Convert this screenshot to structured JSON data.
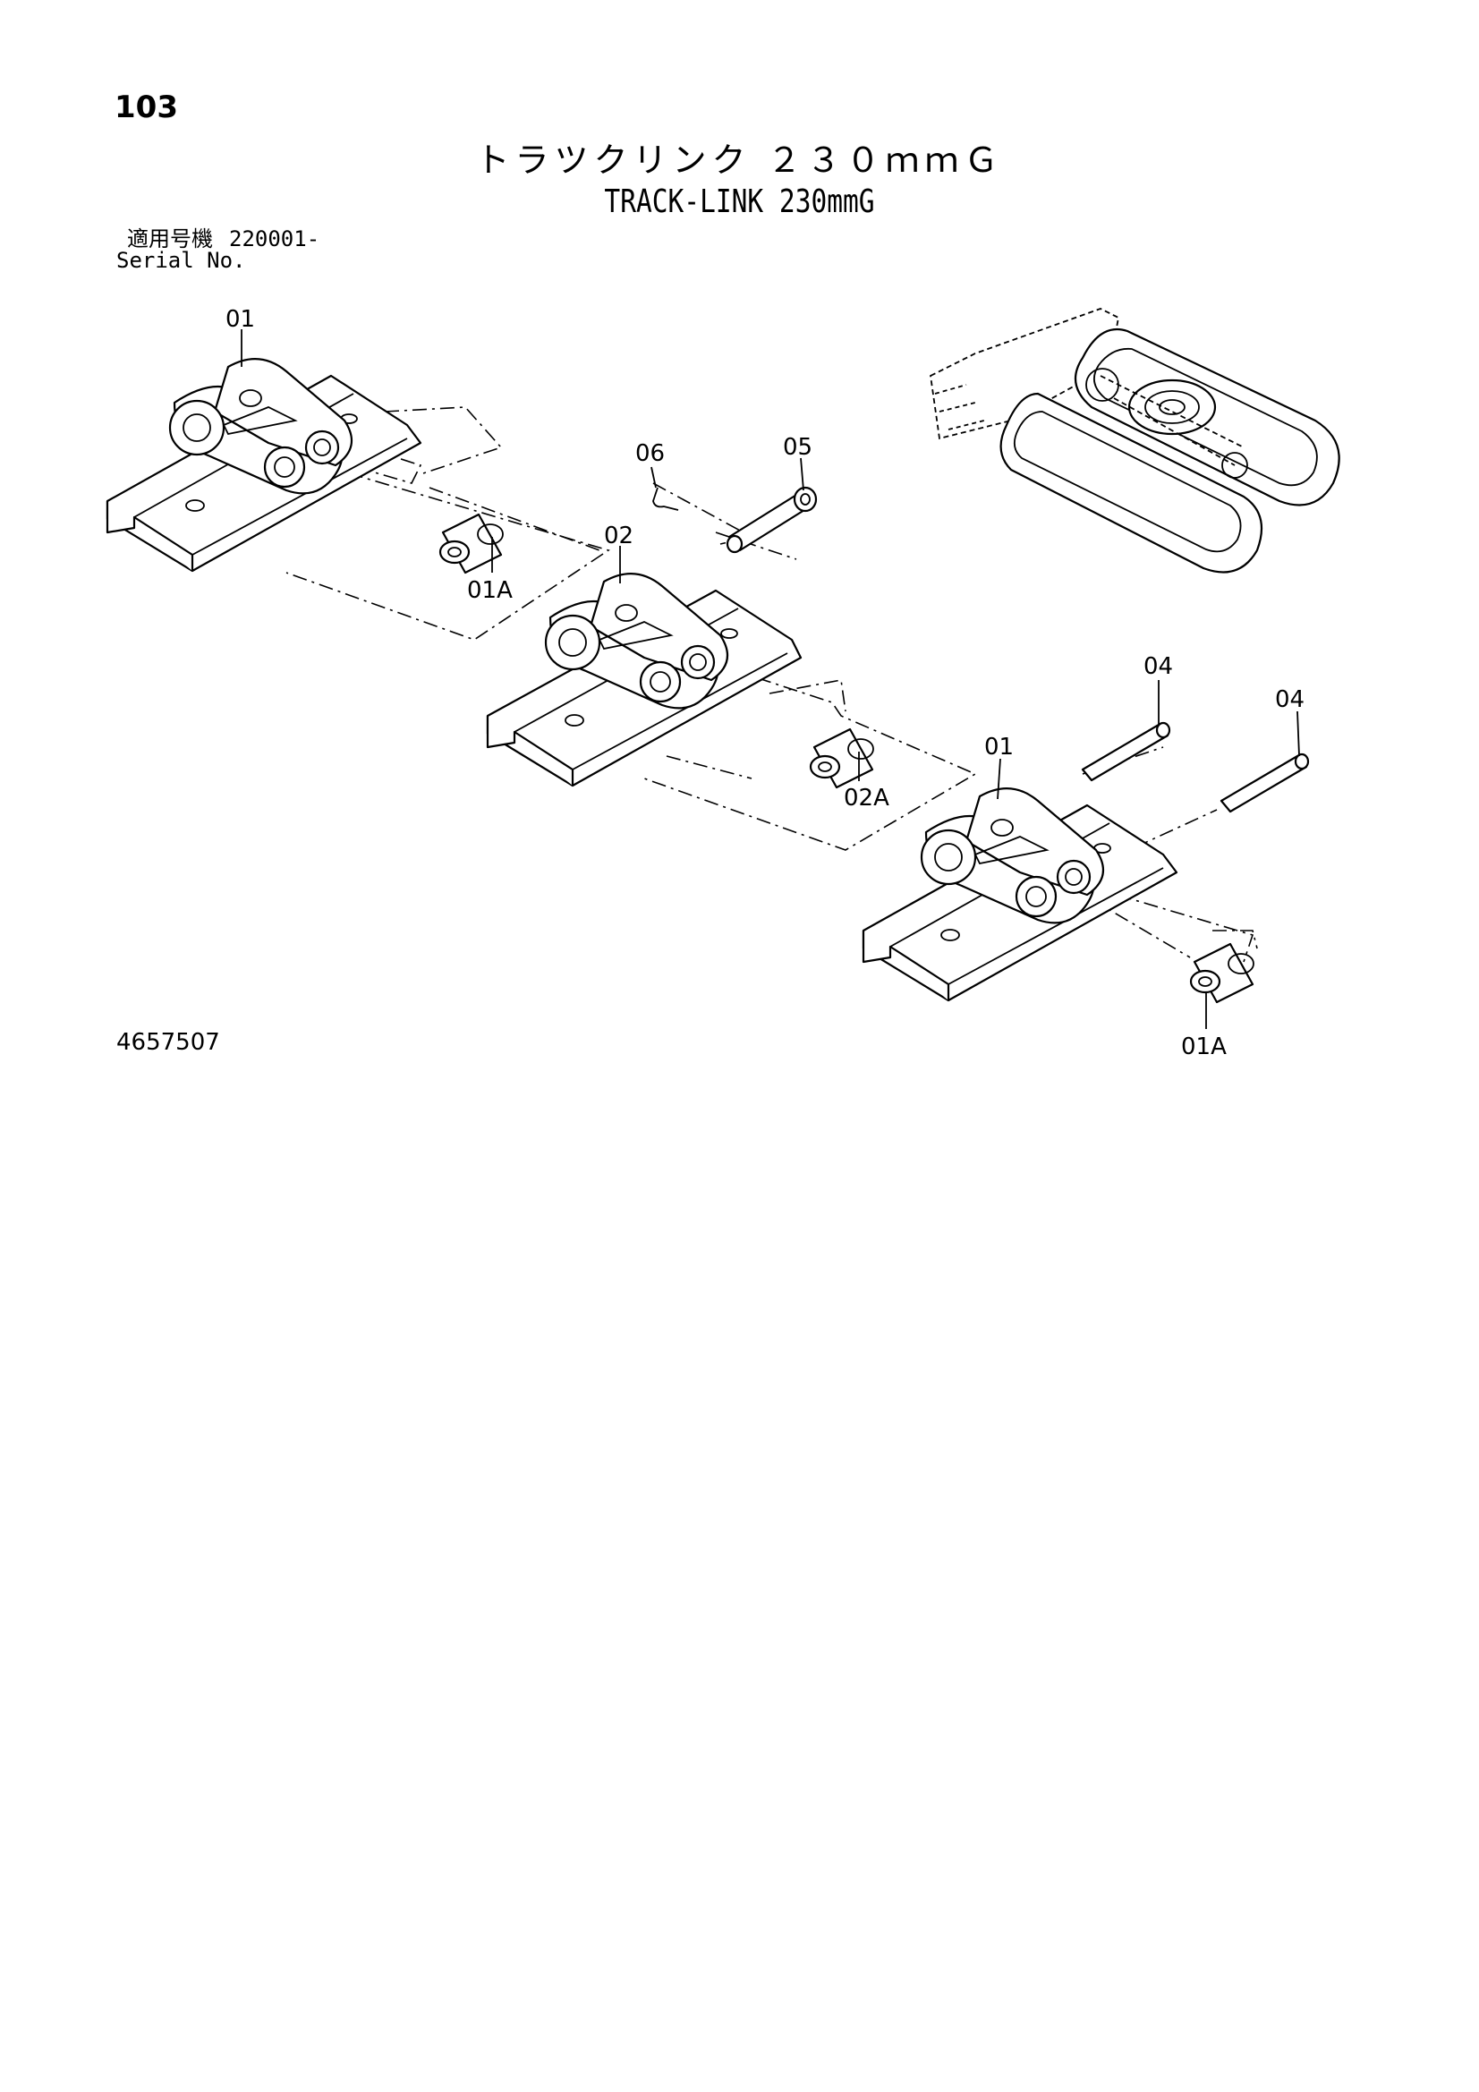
{
  "page_number": "103",
  "title_jp": "トラツクリンク ２３０ｍｍＧ",
  "title_en": "TRACK-LINK 230mmG",
  "serial": {
    "label_jp": "適用号機",
    "label_en": "Serial No.",
    "range": "220001-"
  },
  "drawing_number": "4657507",
  "callouts": {
    "link_1": "01",
    "bushing_1": "01A",
    "pin_06": "06",
    "pin_05": "05",
    "link_2": "02",
    "bushing_2": "02A",
    "link_3": "01",
    "pin_04a": "04",
    "pin_04b": "04",
    "bushing_3": "01A"
  }
}
